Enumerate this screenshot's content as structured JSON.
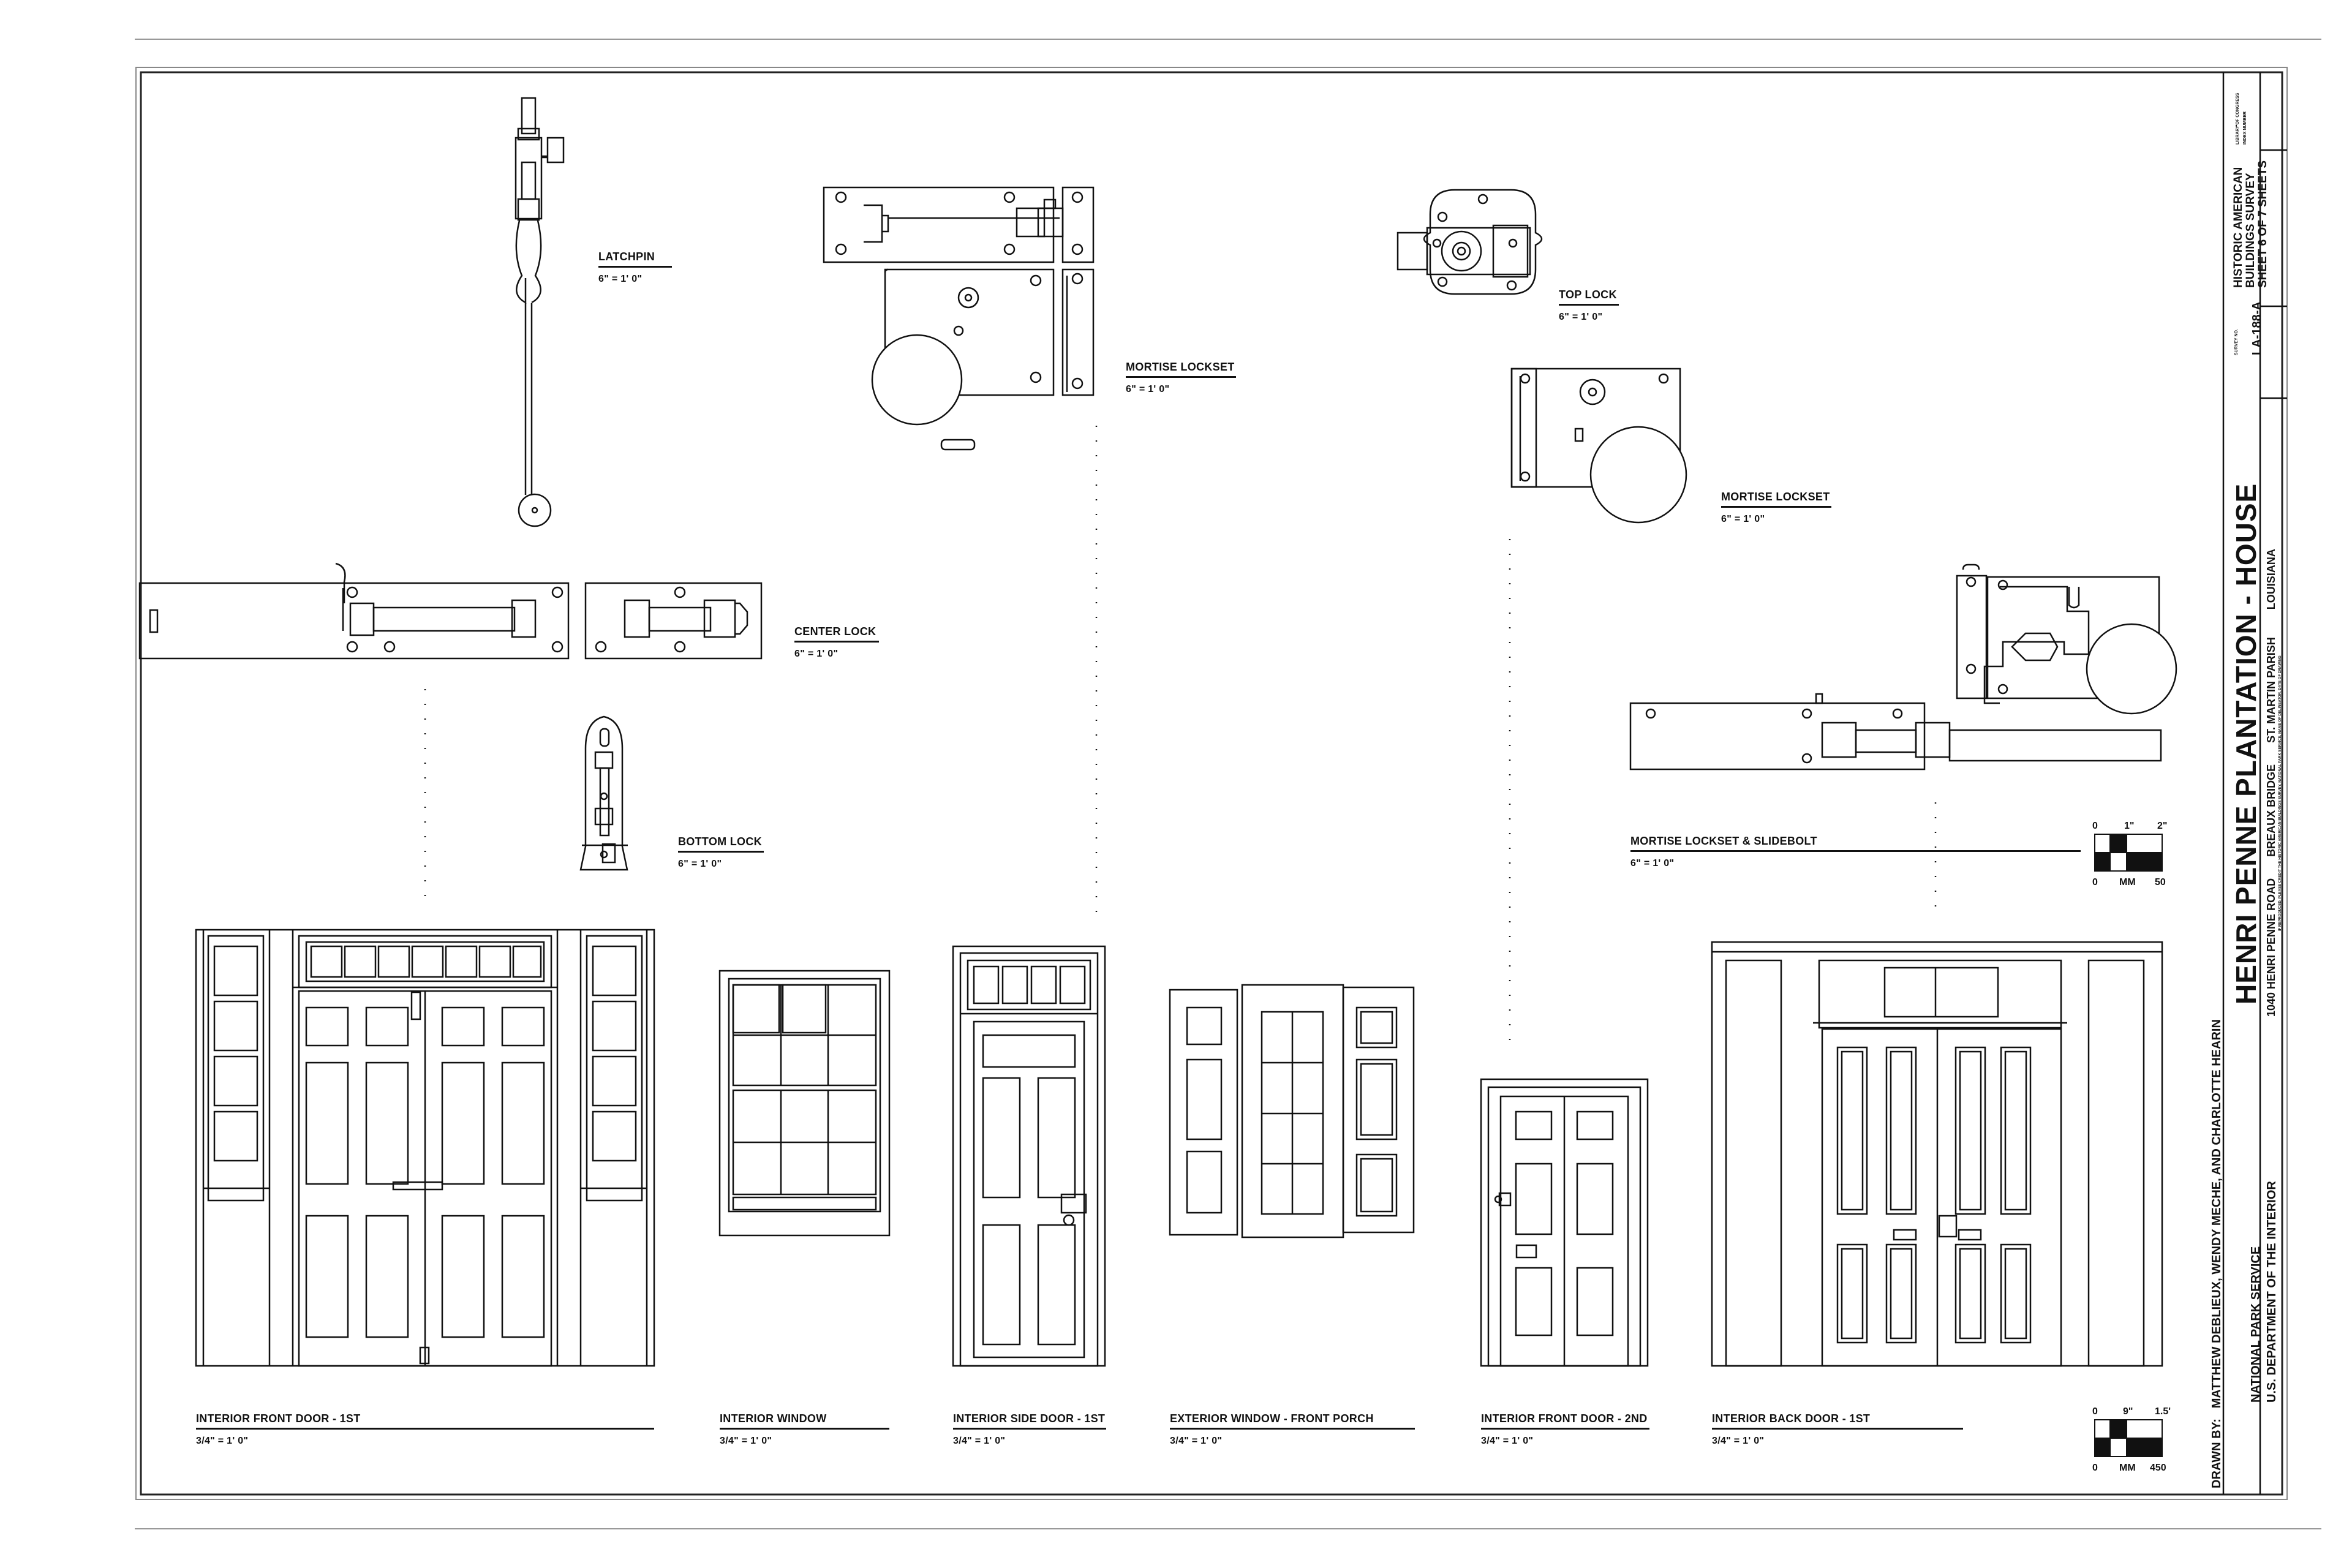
{
  "labels": {
    "latchpin": {
      "title": "LATCHPIN",
      "scale": "6\" = 1' 0\""
    },
    "mortise_lockset_1": {
      "title": "MORTISE LOCKSET",
      "scale": "6\" = 1' 0\""
    },
    "top_lock": {
      "title": "TOP LOCK",
      "scale": "6\" = 1' 0\""
    },
    "mortise_lockset_2": {
      "title": "MORTISE LOCKSET",
      "scale": "6\" = 1' 0\""
    },
    "center_lock": {
      "title": "CENTER LOCK",
      "scale": "6\" = 1' 0\""
    },
    "bottom_lock": {
      "title": "BOTTOM LOCK",
      "scale": "6\" = 1' 0\""
    },
    "lockset_slidebolt": {
      "title": "MORTISE LOCKSET & SLIDEBOLT",
      "scale": "6\" = 1' 0\""
    },
    "int_front_door_1st": {
      "title": "INTERIOR FRONT DOOR - 1ST",
      "scale": "3/4\" = 1' 0\""
    },
    "int_window": {
      "title": "INTERIOR WINDOW",
      "scale": "3/4\" = 1' 0\""
    },
    "int_side_door": {
      "title": "INTERIOR SIDE DOOR - 1ST",
      "scale": "3/4\" = 1' 0\""
    },
    "ext_window": {
      "title": "EXTERIOR WINDOW - FRONT PORCH",
      "scale": "3/4\" = 1' 0\""
    },
    "int_front_door_2nd": {
      "title": "INTERIOR FRONT DOOR - 2ND",
      "scale": "3/4\" = 1' 0\""
    },
    "int_back_door": {
      "title": "INTERIOR BACK DOOR - 1ST",
      "scale": "3/4\" = 1' 0\""
    }
  },
  "scale_bar_small": {
    "top_0": "0",
    "top_1": "1\"",
    "top_2": "2\"",
    "bot_0": "0",
    "bot_unit": "MM",
    "bot_max": "50"
  },
  "scale_bar_large": {
    "top_0": "0",
    "top_1": "9\"",
    "top_2": "1.5'",
    "bot_0": "0",
    "bot_unit": "MM",
    "bot_max": "450"
  },
  "title_block": {
    "title": "HENRI PENNE PLANTATION  -  HOUSE",
    "address": "1040 HENRI PENNE ROAD",
    "city": "BREAUX BRIDGE",
    "parish": "ST. MARTIN PARISH",
    "state": "LOUISIANA",
    "drawn_by_label": "DRAWN BY:",
    "drawn_by_names": "MATTHEW DEBLIEUX, WENDY MECHE, AND CHARLOTTE HEARIN",
    "agency_1": "NATIONAL PARK SERVICE",
    "agency_2": "U.S. DEPARTMENT OF THE INTERIOR",
    "survey_1": "HISTORIC AMERICAN",
    "survey_2": "BUILDINGS SURVEY",
    "sheet": "SHEET 6 OF 7 SHEETS",
    "survey_no_label": "SURVEY NO.",
    "survey_no": "LA-188-A",
    "loc_1": "LIBRARY OF CONGRESS",
    "loc_2": "INDEX NUMBER",
    "fine_print": "IF REPRODUCED, PLEASE CREDIT THE HISTORIC AMERICAN BUILDINGS SURVEY, NATIONAL PARK SERVICE, NAME OF DELINEATOR, DATE OF DRAWING"
  }
}
